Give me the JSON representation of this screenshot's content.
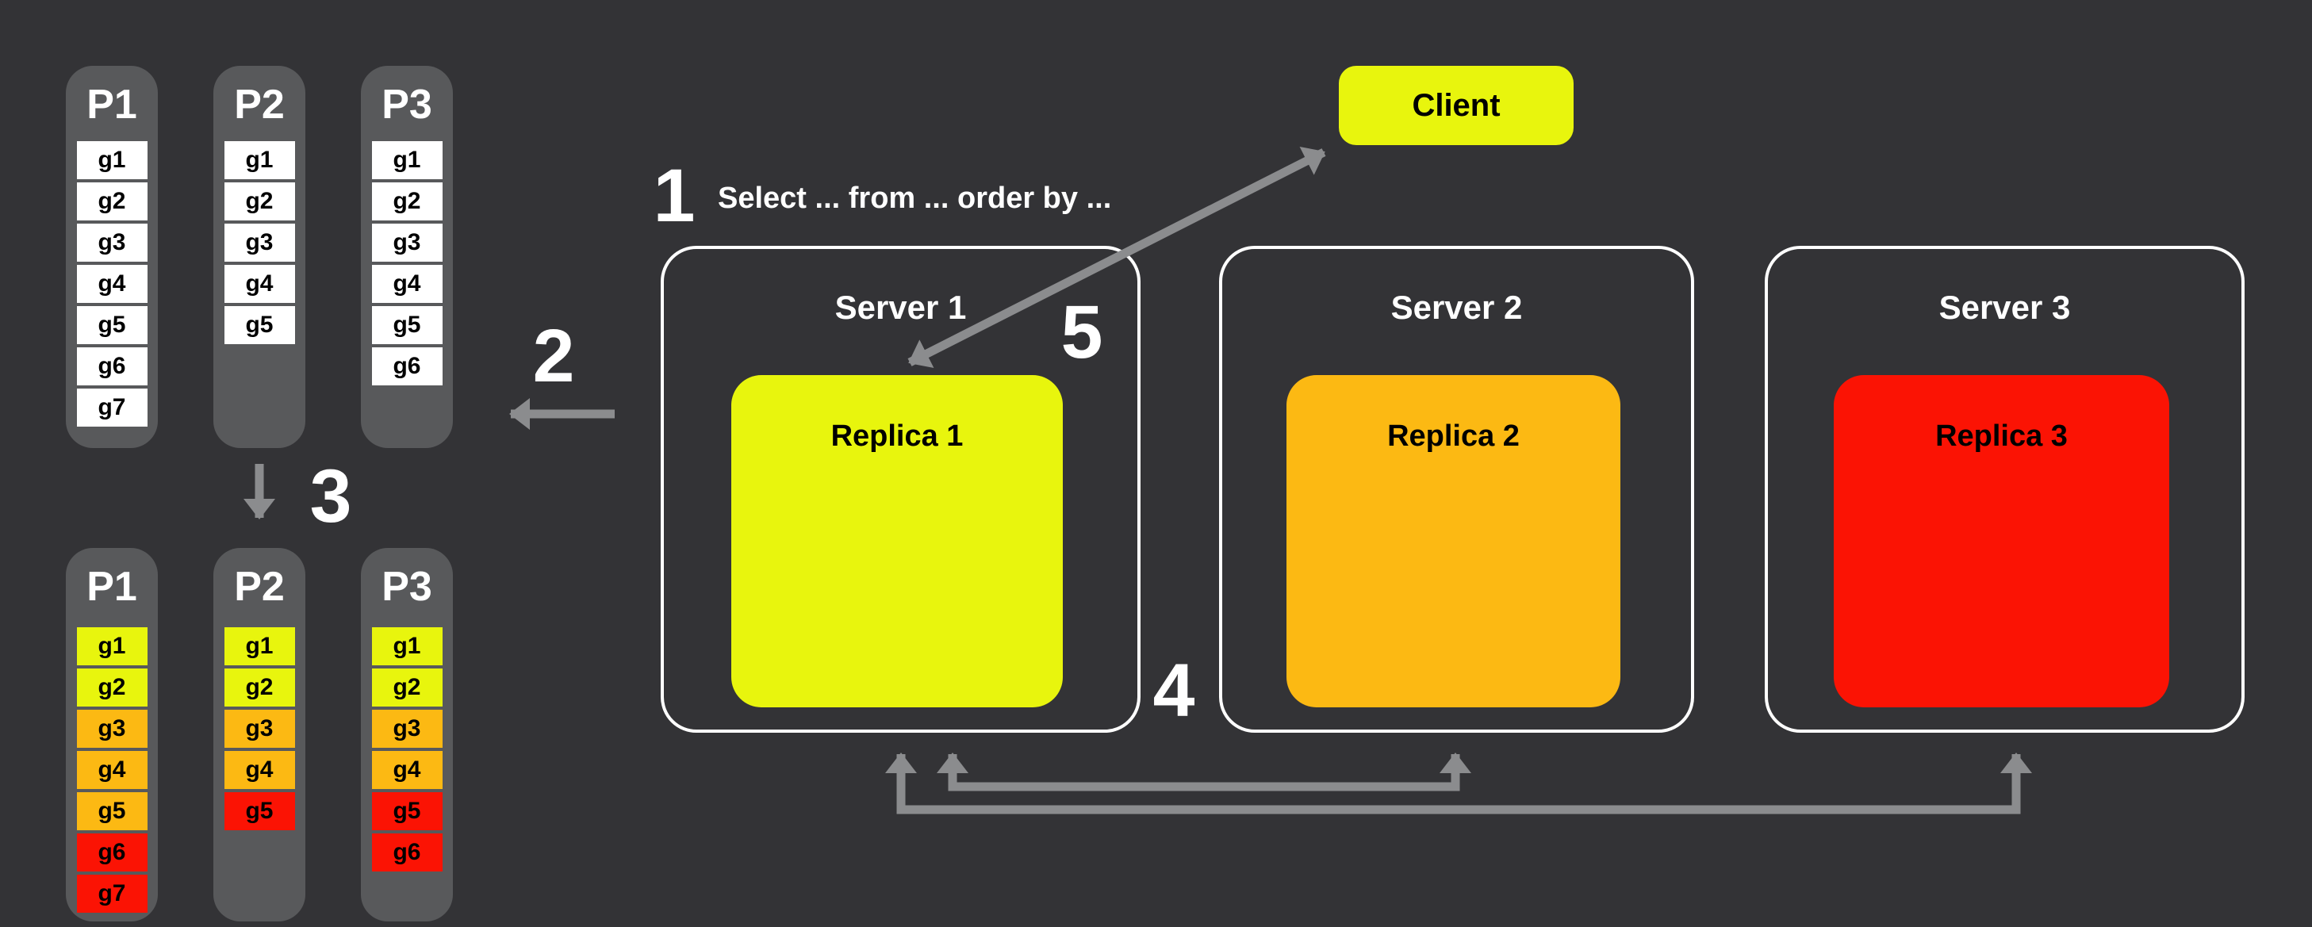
{
  "palette": {
    "background": "#333336",
    "column_gray": "#58595b",
    "row_white": "#ffffff",
    "hot_yellow": "#e8f50d",
    "warm_orange": "#fcb913",
    "cold_red": "#fb1304",
    "arrow_gray": "#8b8c8e",
    "server_outline": "#ffffff"
  },
  "steps": {
    "one": {
      "number": "1",
      "query": "Select ... from ... order by ..."
    },
    "two": {
      "number": "2"
    },
    "three": {
      "number": "3"
    },
    "four": {
      "number": "4"
    },
    "five": {
      "number": "5"
    }
  },
  "client": {
    "label": "Client",
    "color": "#e8f50d"
  },
  "servers": [
    {
      "label": "Server 1",
      "replica": {
        "label": "Replica 1",
        "color": "#e8f50d"
      }
    },
    {
      "label": "Server 2",
      "replica": {
        "label": "Replica 2",
        "color": "#fcb913"
      }
    },
    {
      "label": "Server 3",
      "replica": {
        "label": "Replica 3",
        "color": "#fb1304"
      }
    }
  ],
  "partitions_before": [
    {
      "title": "P1",
      "groups": [
        {
          "label": "g1",
          "color": "#ffffff"
        },
        {
          "label": "g2",
          "color": "#ffffff"
        },
        {
          "label": "g3",
          "color": "#ffffff"
        },
        {
          "label": "g4",
          "color": "#ffffff"
        },
        {
          "label": "g5",
          "color": "#ffffff"
        },
        {
          "label": "g6",
          "color": "#ffffff"
        },
        {
          "label": "g7",
          "color": "#ffffff"
        }
      ]
    },
    {
      "title": "P2",
      "groups": [
        {
          "label": "g1",
          "color": "#ffffff"
        },
        {
          "label": "g2",
          "color": "#ffffff"
        },
        {
          "label": "g3",
          "color": "#ffffff"
        },
        {
          "label": "g4",
          "color": "#ffffff"
        },
        {
          "label": "g5",
          "color": "#ffffff"
        }
      ]
    },
    {
      "title": "P3",
      "groups": [
        {
          "label": "g1",
          "color": "#ffffff"
        },
        {
          "label": "g2",
          "color": "#ffffff"
        },
        {
          "label": "g3",
          "color": "#ffffff"
        },
        {
          "label": "g4",
          "color": "#ffffff"
        },
        {
          "label": "g5",
          "color": "#ffffff"
        },
        {
          "label": "g6",
          "color": "#ffffff"
        }
      ]
    }
  ],
  "partitions_after": [
    {
      "title": "P1",
      "groups": [
        {
          "label": "g1",
          "color": "#e8f50d"
        },
        {
          "label": "g2",
          "color": "#e8f50d"
        },
        {
          "label": "g3",
          "color": "#fcb913"
        },
        {
          "label": "g4",
          "color": "#fcb913"
        },
        {
          "label": "g5",
          "color": "#fcb913"
        },
        {
          "label": "g6",
          "color": "#fb1304"
        },
        {
          "label": "g7",
          "color": "#fb1304"
        }
      ]
    },
    {
      "title": "P2",
      "groups": [
        {
          "label": "g1",
          "color": "#e8f50d"
        },
        {
          "label": "g2",
          "color": "#e8f50d"
        },
        {
          "label": "g3",
          "color": "#fcb913"
        },
        {
          "label": "g4",
          "color": "#fcb913"
        },
        {
          "label": "g5",
          "color": "#fb1304"
        }
      ]
    },
    {
      "title": "P3",
      "groups": [
        {
          "label": "g1",
          "color": "#e8f50d"
        },
        {
          "label": "g2",
          "color": "#e8f50d"
        },
        {
          "label": "g3",
          "color": "#fcb913"
        },
        {
          "label": "g4",
          "color": "#fcb913"
        },
        {
          "label": "g5",
          "color": "#fb1304"
        },
        {
          "label": "g6",
          "color": "#fb1304"
        }
      ]
    }
  ]
}
